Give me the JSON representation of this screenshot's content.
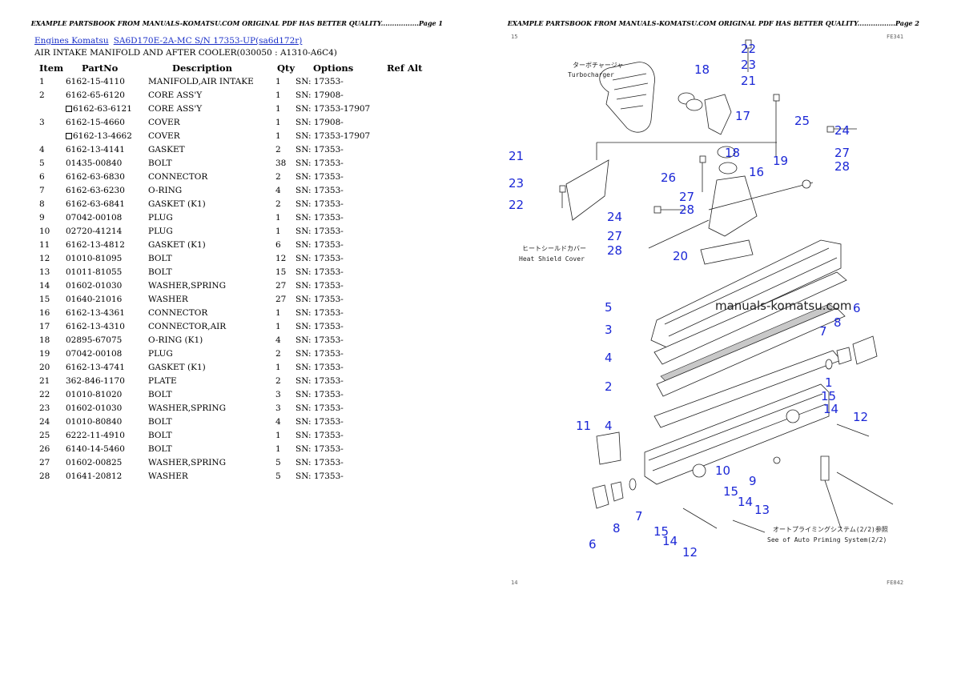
{
  "header_text": "EXAMPLE PARTSBOOK FROM MANUALS-KOMATSU.COM ORIGINAL PDF HAS BETTER QUALITY.................",
  "page1_label": "Page 1",
  "page2_label": "Page 2",
  "breadcrumb": {
    "link1": "Engines Komatsu",
    "link2": "SA6D170E-2A-MC S/N 17353-UP(sa6d172r)"
  },
  "section_title": "AIR INTAKE MANIFOLD AND AFTER COOLER(030050 : A1310-A6C4)",
  "table": {
    "headers": [
      "Item",
      "PartNo",
      "Description",
      "Qty",
      "Options",
      "Ref Alt"
    ],
    "rows": [
      {
        "item": "1",
        "part": "6162-15-4110",
        "desc": "MANIFOLD,AIR INTAKE",
        "qty": "1",
        "opt": "SN: 17353-",
        "alt": false
      },
      {
        "item": "2",
        "part": "6162-65-6120",
        "desc": "CORE ASS'Y",
        "qty": "1",
        "opt": "SN: 17908-",
        "alt": false
      },
      {
        "item": "",
        "part": "6162-63-6121",
        "desc": "CORE ASS'Y",
        "qty": "1",
        "opt": "SN: 17353-17907",
        "alt": true
      },
      {
        "item": "3",
        "part": "6162-15-4660",
        "desc": "COVER",
        "qty": "1",
        "opt": "SN: 17908-",
        "alt": false
      },
      {
        "item": "",
        "part": "6162-13-4662",
        "desc": "COVER",
        "qty": "1",
        "opt": "SN: 17353-17907",
        "alt": true
      },
      {
        "item": "4",
        "part": "6162-13-4141",
        "desc": "GASKET",
        "qty": "2",
        "opt": "SN: 17353-",
        "alt": false
      },
      {
        "item": "5",
        "part": "01435-00840",
        "desc": "BOLT",
        "qty": "38",
        "opt": "SN: 17353-",
        "alt": false
      },
      {
        "item": "6",
        "part": "6162-63-6830",
        "desc": "CONNECTOR",
        "qty": "2",
        "opt": "SN: 17353-",
        "alt": false
      },
      {
        "item": "7",
        "part": "6162-63-6230",
        "desc": "O-RING",
        "qty": "4",
        "opt": "SN: 17353-",
        "alt": false
      },
      {
        "item": "8",
        "part": "6162-63-6841",
        "desc": "GASKET (K1)",
        "qty": "2",
        "opt": "SN: 17353-",
        "alt": false
      },
      {
        "item": "9",
        "part": "07042-00108",
        "desc": "PLUG",
        "qty": "1",
        "opt": "SN: 17353-",
        "alt": false
      },
      {
        "item": "10",
        "part": "02720-41214",
        "desc": "PLUG",
        "qty": "1",
        "opt": "SN: 17353-",
        "alt": false
      },
      {
        "item": "11",
        "part": "6162-13-4812",
        "desc": "GASKET (K1)",
        "qty": "6",
        "opt": "SN: 17353-",
        "alt": false
      },
      {
        "item": "12",
        "part": "01010-81095",
        "desc": "BOLT",
        "qty": "12",
        "opt": "SN: 17353-",
        "alt": false
      },
      {
        "item": "13",
        "part": "01011-81055",
        "desc": "BOLT",
        "qty": "15",
        "opt": "SN: 17353-",
        "alt": false
      },
      {
        "item": "14",
        "part": "01602-01030",
        "desc": "WASHER,SPRING",
        "qty": "27",
        "opt": "SN: 17353-",
        "alt": false
      },
      {
        "item": "15",
        "part": "01640-21016",
        "desc": "WASHER",
        "qty": "27",
        "opt": "SN: 17353-",
        "alt": false
      },
      {
        "item": "16",
        "part": "6162-13-4361",
        "desc": "CONNECTOR",
        "qty": "1",
        "opt": "SN: 17353-",
        "alt": false
      },
      {
        "item": "17",
        "part": "6162-13-4310",
        "desc": "CONNECTOR,AIR",
        "qty": "1",
        "opt": "SN: 17353-",
        "alt": false
      },
      {
        "item": "18",
        "part": "02895-67075",
        "desc": "O-RING (K1)",
        "qty": "4",
        "opt": "SN: 17353-",
        "alt": false
      },
      {
        "item": "19",
        "part": "07042-00108",
        "desc": "PLUG",
        "qty": "2",
        "opt": "SN: 17353-",
        "alt": false
      },
      {
        "item": "20",
        "part": "6162-13-4741",
        "desc": "GASKET (K1)",
        "qty": "1",
        "opt": "SN: 17353-",
        "alt": false
      },
      {
        "item": "21",
        "part": "362-846-1170",
        "desc": "PLATE",
        "qty": "2",
        "opt": "SN: 17353-",
        "alt": false
      },
      {
        "item": "22",
        "part": "01010-81020",
        "desc": "BOLT",
        "qty": "3",
        "opt": "SN: 17353-",
        "alt": false
      },
      {
        "item": "23",
        "part": "01602-01030",
        "desc": "WASHER,SPRING",
        "qty": "3",
        "opt": "SN: 17353-",
        "alt": false
      },
      {
        "item": "24",
        "part": "01010-80840",
        "desc": "BOLT",
        "qty": "4",
        "opt": "SN: 17353-",
        "alt": false
      },
      {
        "item": "25",
        "part": "6222-11-4910",
        "desc": "BOLT",
        "qty": "1",
        "opt": "SN: 17353-",
        "alt": false
      },
      {
        "item": "26",
        "part": "6140-14-5460",
        "desc": "BOLT",
        "qty": "1",
        "opt": "SN: 17353-",
        "alt": false
      },
      {
        "item": "27",
        "part": "01602-00825",
        "desc": "WASHER,SPRING",
        "qty": "5",
        "opt": "SN: 17353-",
        "alt": false
      },
      {
        "item": "28",
        "part": "01641-20812",
        "desc": "WASHER",
        "qty": "5",
        "opt": "SN: 17353-",
        "alt": false
      }
    ]
  },
  "diagram": {
    "watermark": "manuals-komatsu.com",
    "jp_turbo": "ターボチャージャ",
    "en_turbo": "Turbocharger",
    "jp_heat": "ヒートシールドカバー",
    "en_heat": "Heat Shield Cover",
    "jp_auto": "オートプライミングシステム(2/2)参照",
    "en_auto": "See of Auto Priming System(2/2)",
    "corner_tl": "15",
    "corner_tr": "FE341",
    "corner_bl": "14",
    "corner_br": "FE842",
    "callouts": [
      "22",
      "23",
      "21",
      "18",
      "17",
      "25",
      "24",
      "27",
      "28",
      "21",
      "18",
      "19",
      "16",
      "23",
      "26",
      "22",
      "27",
      "28",
      "24",
      "27",
      "28",
      "20",
      "5",
      "6",
      "3",
      "8",
      "7",
      "4",
      "2",
      "1",
      "15",
      "14",
      "12",
      "11",
      "4",
      "10",
      "9",
      "15",
      "14",
      "13",
      "7",
      "8",
      "6",
      "15",
      "14",
      "12"
    ]
  }
}
